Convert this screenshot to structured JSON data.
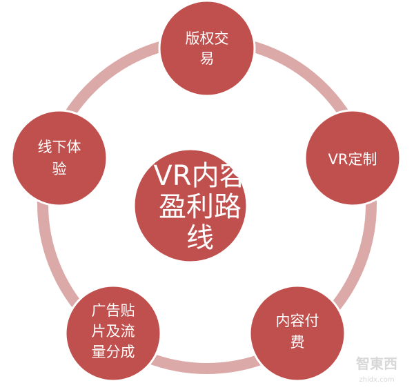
{
  "diagram": {
    "center": {
      "lines": [
        "VR内容",
        "盈利路",
        "线"
      ]
    },
    "nodes": [
      {
        "id": "copyright",
        "lines": [
          "版权交",
          "易"
        ]
      },
      {
        "id": "vr-custom",
        "lines": [
          "VR定制"
        ]
      },
      {
        "id": "content-pay",
        "lines": [
          "内容付",
          "费"
        ]
      },
      {
        "id": "ad-share",
        "lines": [
          "广告贴",
          "片及流",
          "量分成"
        ]
      },
      {
        "id": "offline",
        "lines": [
          "线下体",
          "验"
        ]
      }
    ]
  },
  "colors": {
    "node_fill": "#c0504d",
    "node_stroke": "#ffffff",
    "ring": "#dba9a7",
    "text": "#ffffff",
    "watermark": "#d8d8d8"
  },
  "watermark": {
    "main": "智東西",
    "sub": "zhidx.com"
  }
}
